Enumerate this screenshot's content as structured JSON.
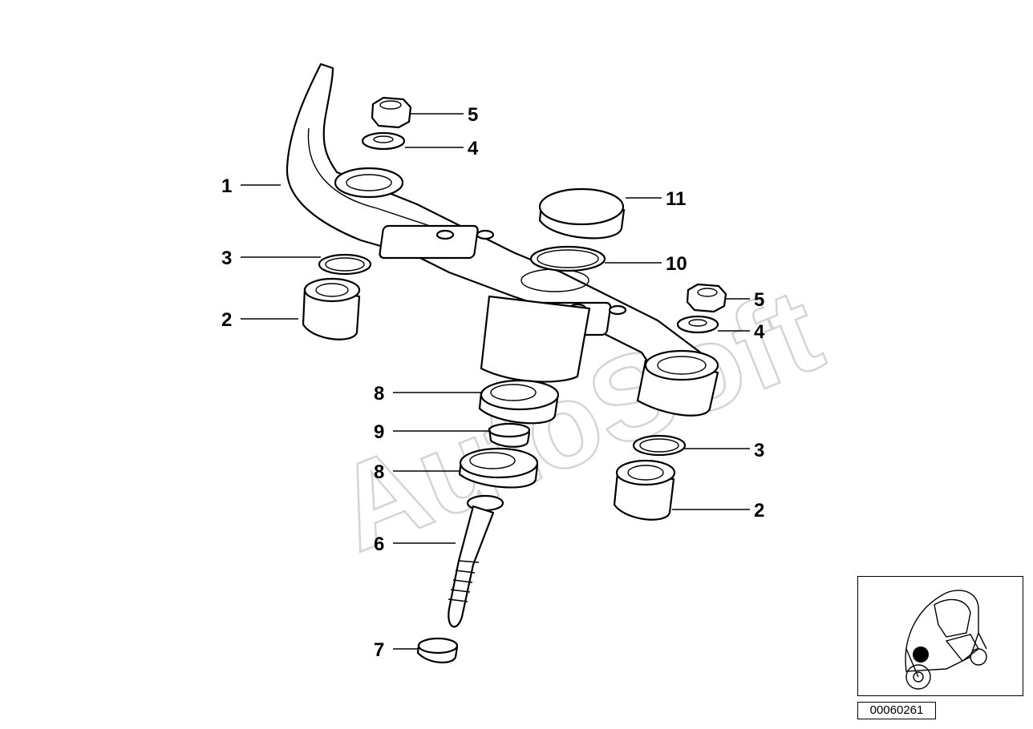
{
  "watermark": "AutoSoft",
  "callouts": [
    {
      "id": "c1",
      "label": "1"
    },
    {
      "id": "c2a",
      "label": "2"
    },
    {
      "id": "c2b",
      "label": "2"
    },
    {
      "id": "c3a",
      "label": "3"
    },
    {
      "id": "c3b",
      "label": "3"
    },
    {
      "id": "c4a",
      "label": "4"
    },
    {
      "id": "c4b",
      "label": "4"
    },
    {
      "id": "c5a",
      "label": "5"
    },
    {
      "id": "c5b",
      "label": "5"
    },
    {
      "id": "c6",
      "label": "6"
    },
    {
      "id": "c7",
      "label": "7"
    },
    {
      "id": "c8a",
      "label": "8"
    },
    {
      "id": "c8b",
      "label": "8"
    },
    {
      "id": "c9",
      "label": "9"
    },
    {
      "id": "c10",
      "label": "10"
    },
    {
      "id": "c11",
      "label": "11"
    }
  ],
  "diagram_id": "00060261",
  "thumbnail_icon": "scooter-location-icon"
}
